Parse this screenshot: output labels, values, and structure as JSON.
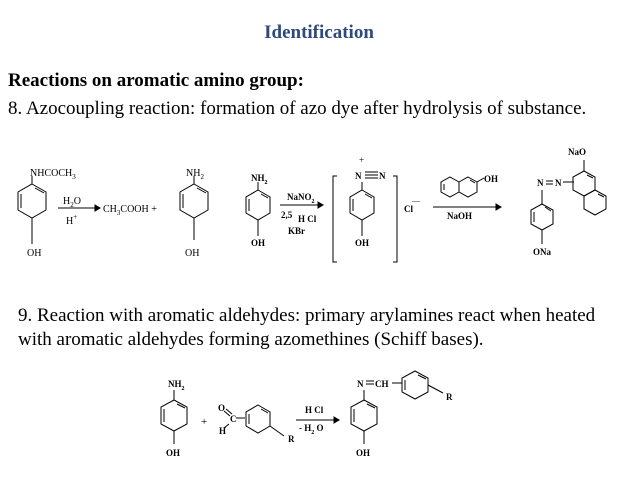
{
  "title": "Identification",
  "section_heading": "Reactions on aromatic amino group:",
  "item8": "8. Azocoupling reaction: formation of azo dye after hydrolysis of substance.",
  "item9": "9. Reaction with aromatic aldehydes: primary arylamines react when heated with aromatic aldehydes forming azomethines (Schiff  bases).",
  "scheme1": {
    "nhcoch3": "NHCOCH",
    "nhcoch3_sub": "3",
    "oh": "OH",
    "h2o": "H",
    "h2o_sub": "2",
    "h2o_o": "O",
    "hplus": "H",
    "hplus_sup": "+",
    "ch3cooh": "CH",
    "ch3cooh_sub": "3",
    "ch3cooh_rest": "COOH +",
    "nh2": "NH",
    "nh2_sub": "2",
    "nano2": "NaNO",
    "nano2_sub": "2",
    "temp": "2,5",
    "hcl": "H Cl",
    "kbr": "KBr",
    "plus": "+",
    "n_triple": "N",
    "n_triple2": "N",
    "cl": "Cl",
    "minus": "—",
    "naoh": "NaOH",
    "nao": "NaO",
    "azo": "N",
    "azo2": "N",
    "ona": "ONa"
  },
  "scheme2": {
    "nh2": "NH",
    "nh2_sub": "2",
    "oh": "OH",
    "plus": "+",
    "o": "O",
    "c": "C",
    "h": "H",
    "r": "R",
    "hcl": "H Cl",
    "minus_h2o": "- H",
    "h2o_sub": "2",
    "h2o_o": " O",
    "n_ch": "N",
    "ch": "CH",
    "oh2": "OH",
    "r2": "R"
  }
}
